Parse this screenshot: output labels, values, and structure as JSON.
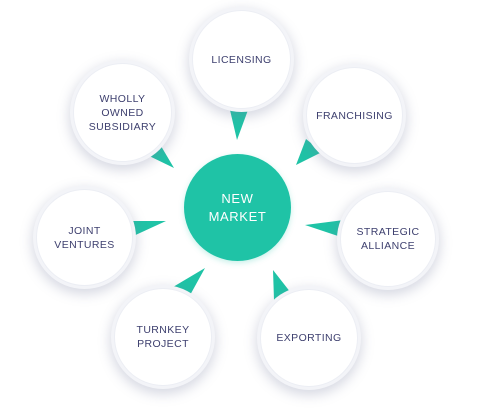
{
  "diagram": {
    "center": {
      "label": "NEW\nMARKET"
    },
    "nodes": [
      {
        "id": "licensing",
        "label": "LICENSING"
      },
      {
        "id": "franchising",
        "label": "FRANCHISING"
      },
      {
        "id": "strategic-alliance",
        "label": "STRATEGIC\nALLIANCE"
      },
      {
        "id": "exporting",
        "label": "EXPORTING"
      },
      {
        "id": "turnkey-project",
        "label": "TURNKEY\nPROJECT"
      },
      {
        "id": "joint-ventures",
        "label": "JOINT\nVENTURES"
      },
      {
        "id": "wholly-owned-subsidiary",
        "label": "WHOLLY\nOWNED\nSUBSIDIARY"
      }
    ],
    "colors": {
      "center": "#1fc3a6",
      "pointer": "#1fc3a6",
      "node_text": "#3d3f6e",
      "node_fill": "#ffffff"
    }
  }
}
